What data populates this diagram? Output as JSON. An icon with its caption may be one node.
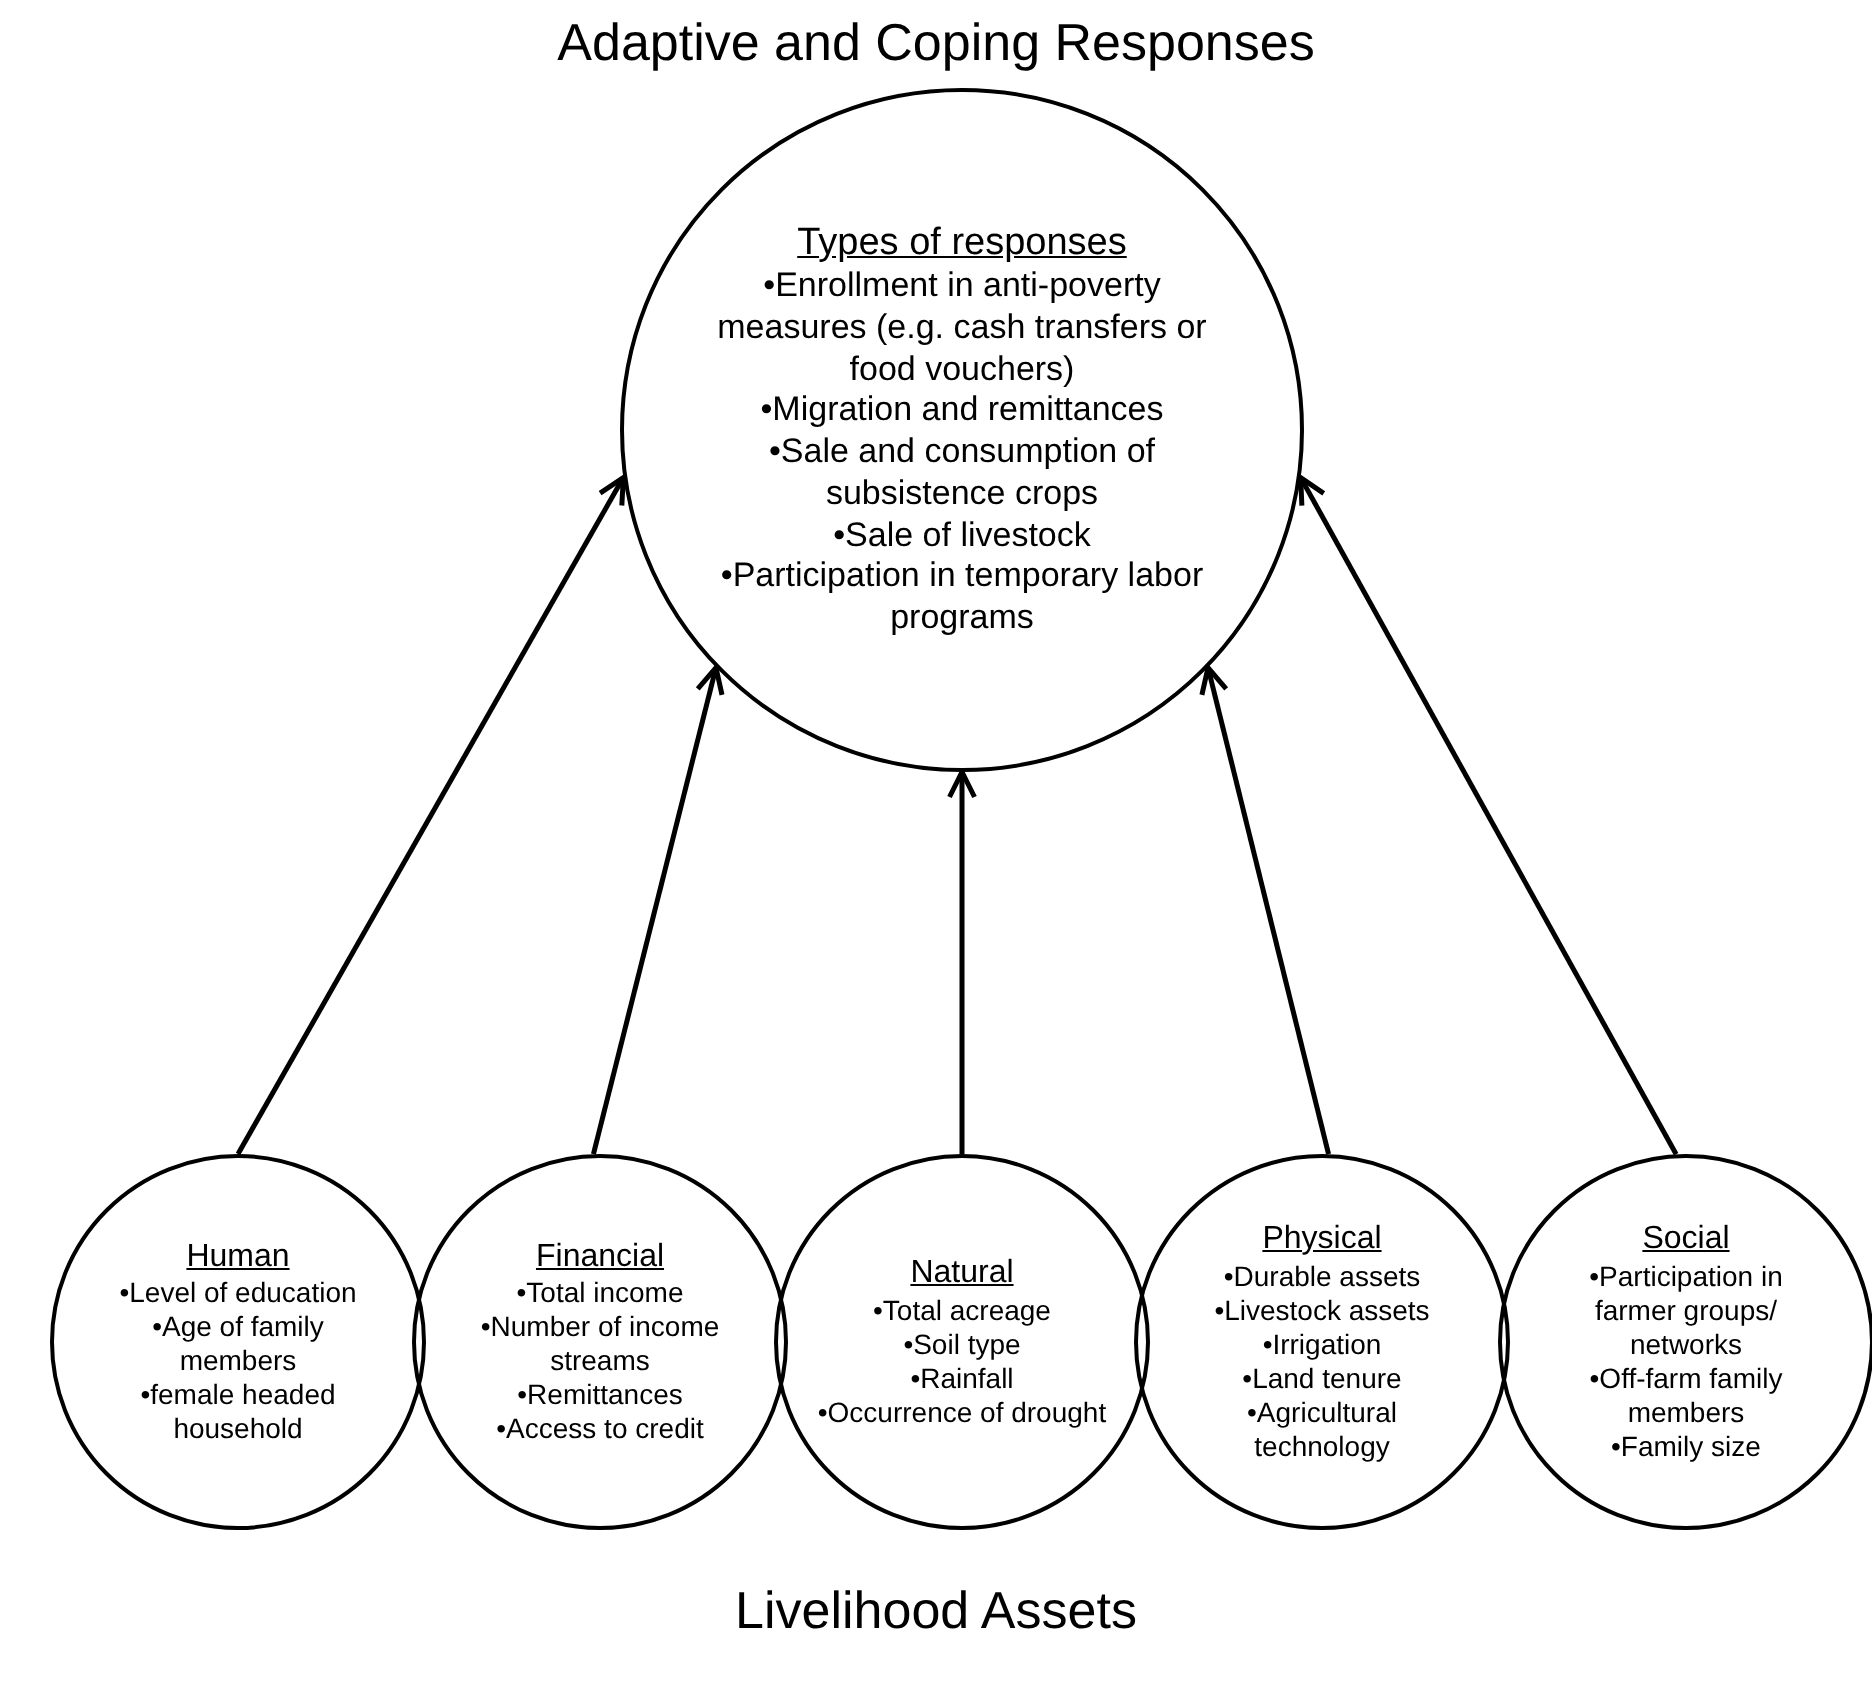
{
  "diagram": {
    "title": "Adaptive and Coping Responses",
    "caption": "Livelihood Assets",
    "nodes": [
      {
        "text": [
          "Types of responses",
          "•Enrollment in anti-poverty measures (e.g. cash transfers or food vouchers)",
          "•Migration and remittances",
          "•Sale and consumption of subsistence crops",
          "•Sale of livestock",
          "•Participation in temporary labor programs"
        ]
      },
      {
        "text": [
          "Human",
          "•Level of education",
          "•Age of family members",
          "•female headed household"
        ]
      },
      {
        "text": [
          "Financial",
          "•Total income",
          "•Number of income streams",
          "•Remittances",
          "•Access to credit"
        ]
      },
      {
        "text": [
          "Natural",
          "•Total acreage",
          "•Soil type",
          "•Rainfall",
          "•Occurrence of drought"
        ]
      },
      {
        "text": [
          "Physical",
          "•Durable assets",
          "•Livestock assets",
          "•Irrigation",
          "•Land tenure",
          "•Agricultural technology"
        ]
      },
      {
        "text": [
          "Social",
          "•Participation in farmer groups/ networks",
          "•Off-farm family members",
          "•Family size"
        ]
      }
    ],
    "edges": [
      {
        "from": 1,
        "to": 0,
        "arrow": "to"
      },
      {
        "from": 2,
        "to": 0,
        "arrow": "to"
      },
      {
        "from": 3,
        "to": 0,
        "arrow": "to"
      },
      {
        "from": 4,
        "to": 0,
        "arrow": "to"
      },
      {
        "from": 5,
        "to": 0,
        "arrow": "to"
      }
    ]
  }
}
